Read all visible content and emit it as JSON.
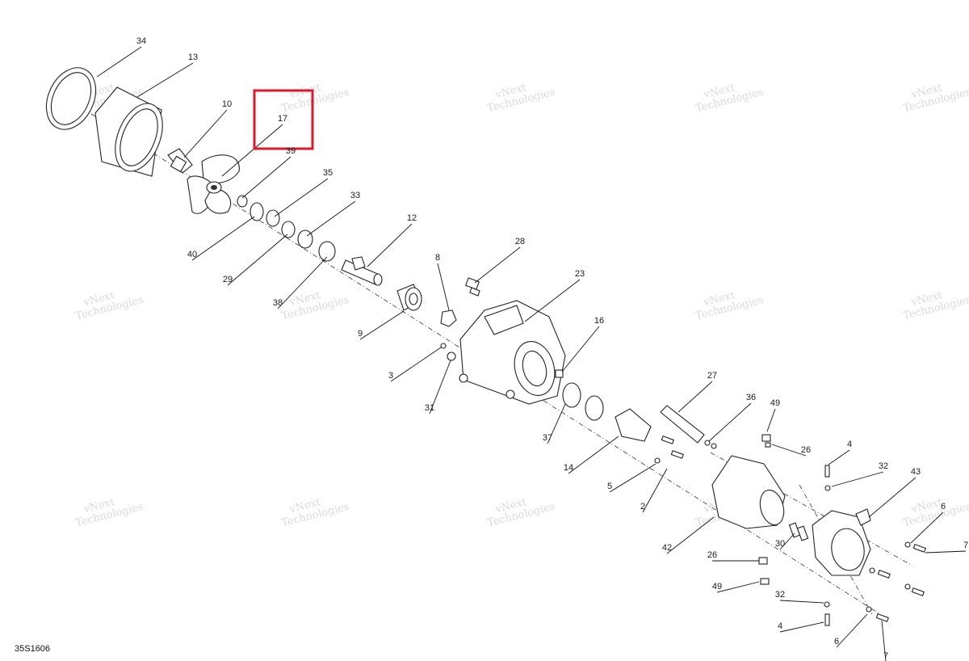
{
  "diagram": {
    "code": "35S1606",
    "highlight_label": "17",
    "watermark": {
      "line1": "vNext",
      "line2": "Technologies"
    },
    "callouts": [
      {
        "id": "34",
        "label": "34"
      },
      {
        "id": "13",
        "label": "13"
      },
      {
        "id": "10",
        "label": "10"
      },
      {
        "id": "17",
        "label": "17"
      },
      {
        "id": "39",
        "label": "39"
      },
      {
        "id": "35",
        "label": "35"
      },
      {
        "id": "33",
        "label": "33"
      },
      {
        "id": "12",
        "label": "12"
      },
      {
        "id": "40",
        "label": "40"
      },
      {
        "id": "29",
        "label": "29"
      },
      {
        "id": "38",
        "label": "38"
      },
      {
        "id": "8",
        "label": "8"
      },
      {
        "id": "28",
        "label": "28"
      },
      {
        "id": "23",
        "label": "23"
      },
      {
        "id": "9",
        "label": "9"
      },
      {
        "id": "16",
        "label": "16"
      },
      {
        "id": "3",
        "label": "3"
      },
      {
        "id": "31",
        "label": "31"
      },
      {
        "id": "27",
        "label": "27"
      },
      {
        "id": "36",
        "label": "36"
      },
      {
        "id": "49a",
        "label": "49"
      },
      {
        "id": "37",
        "label": "37"
      },
      {
        "id": "26a",
        "label": "26"
      },
      {
        "id": "14",
        "label": "14"
      },
      {
        "id": "4a",
        "label": "4"
      },
      {
        "id": "32a",
        "label": "32"
      },
      {
        "id": "5",
        "label": "5"
      },
      {
        "id": "43",
        "label": "43"
      },
      {
        "id": "2",
        "label": "2"
      },
      {
        "id": "6a",
        "label": "6"
      },
      {
        "id": "30",
        "label": "30"
      },
      {
        "id": "42",
        "label": "42"
      },
      {
        "id": "7a",
        "label": "7"
      },
      {
        "id": "26b",
        "label": "26"
      },
      {
        "id": "49b",
        "label": "49"
      },
      {
        "id": "32b",
        "label": "32"
      },
      {
        "id": "4b",
        "label": "4"
      },
      {
        "id": "6b",
        "label": "6"
      },
      {
        "id": "7b",
        "label": "7"
      }
    ]
  }
}
